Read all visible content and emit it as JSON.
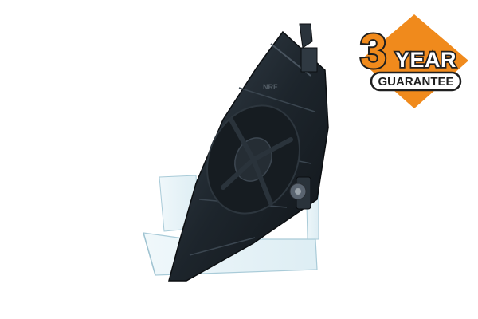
{
  "badge": {
    "number": "3",
    "word": "YEAR",
    "caption": "GUARANTEE",
    "accent_color": "#f08a1c",
    "outline_color": "#1f1f1f"
  },
  "product": {
    "watermark_logo": "NRF",
    "body_color": "#1b2126",
    "stand_color": "#cfe7f0"
  }
}
